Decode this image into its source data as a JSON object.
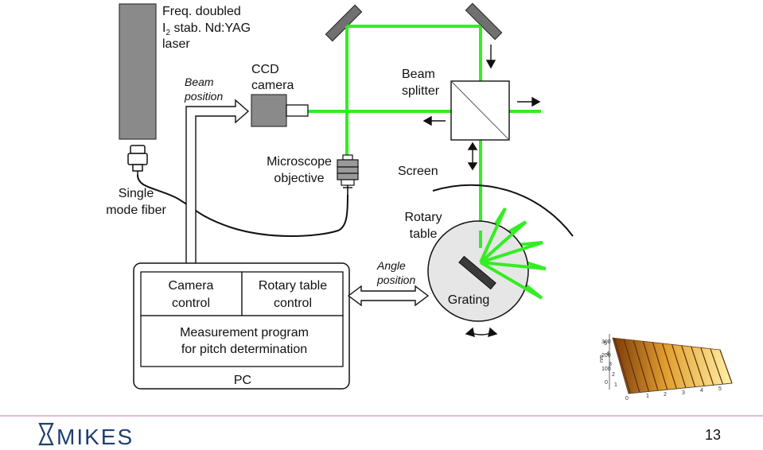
{
  "labels": {
    "laser_line1": "Freq. doubled",
    "laser_line2_I": "I",
    "laser_line2_sub": "2",
    "laser_line2_rest": " stab. Nd:YAG",
    "laser_line3": "laser",
    "ccd_line1": "CCD",
    "ccd_line2": "camera",
    "beam_position_line1": "Beam",
    "beam_position_line2": "position",
    "beam_splitter_line1": "Beam",
    "beam_splitter_line2": "splitter",
    "microscope_line1": "Microscope",
    "microscope_line2": "objective",
    "screen": "Screen",
    "rotary_table_line1": "Rotary",
    "rotary_table_line2": "table",
    "single_mode_line1": "Single",
    "single_mode_line2": "mode fiber",
    "camera_control_line1": "Camera",
    "camera_control_line2": "control",
    "rotary_control_line1": "Rotary table",
    "rotary_control_line2": "control",
    "measurement_line1": "Measurement program",
    "measurement_line2": "for pitch determination",
    "pc": "PC",
    "angle_position_line1": "Angle",
    "angle_position_line2": "position",
    "grating": "Grating"
  },
  "footer": {
    "logo_text": "MIKES",
    "page_number": "13"
  },
  "afm_inset": {
    "x_ticks": [
      "1",
      "2",
      "3",
      "4",
      "5"
    ],
    "y_ticks": [
      "1",
      "2",
      "3",
      "4",
      "5"
    ],
    "z_ticks": [
      "300",
      "200",
      "100",
      "0"
    ],
    "origin": "0",
    "unit_label": "nm"
  },
  "colors": {
    "laser_green": "#33ee22",
    "laser_body": "#8a8a8a",
    "rotary_table_fill": "#e6e6e6",
    "footer_line": "#d8a4c8",
    "logo_blue": "#1f3f72"
  }
}
